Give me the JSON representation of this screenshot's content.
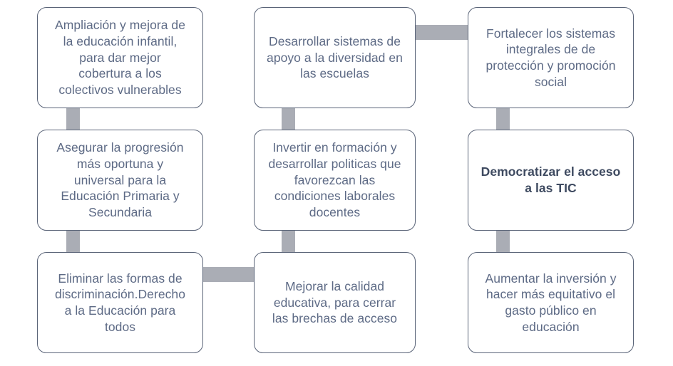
{
  "diagram": {
    "type": "flowchart-grid",
    "rows": 3,
    "columns": 3,
    "colors": {
      "box_border": "#5a6478",
      "box_fill": "#ffffff",
      "text": "#5d6a85",
      "text_emphasis": "#3e4a60",
      "connector": "#aaadb5",
      "background": "#ffffff"
    },
    "nodes": [
      {
        "id": "node-r1c1",
        "row": 1,
        "column": 1,
        "text": "Ampliación y mejora de\nla educación infantil,\npara dar mejor\ncobertura a los\ncolectivos vulnerables",
        "emphasis": false
      },
      {
        "id": "node-r1c2",
        "row": 1,
        "column": 2,
        "text": "Desarrollar sistemas de\napoyo a la diversidad en\nlas escuelas",
        "emphasis": false
      },
      {
        "id": "node-r1c3",
        "row": 1,
        "column": 3,
        "text": "Fortalecer los sistemas\nintegrales de de\nprotección y promoción\nsocial",
        "emphasis": false
      },
      {
        "id": "node-r2c1",
        "row": 2,
        "column": 1,
        "text": "Asegurar la progresión\nmás oportuna y\nuniversal para la\nEducación Primaria y\nSecundaria",
        "emphasis": false
      },
      {
        "id": "node-r2c2",
        "row": 2,
        "column": 2,
        "text": "Invertir en formación y\ndesarrollar politicas que\nfavorezcan las\ncondiciones laborales\ndocentes",
        "emphasis": false
      },
      {
        "id": "node-r2c3",
        "row": 2,
        "column": 3,
        "text": "Democratizar el acceso\na las TIC",
        "emphasis": true
      },
      {
        "id": "node-r3c1",
        "row": 3,
        "column": 1,
        "text": "Eliminar las formas de\ndiscriminación.Derecho\na la Educación para\ntodos",
        "emphasis": false
      },
      {
        "id": "node-r3c2",
        "row": 3,
        "column": 2,
        "text": "Mejorar la calidad\neducativa, para cerrar\nlas brechas de acceso",
        "emphasis": false
      },
      {
        "id": "node-r3c3",
        "row": 3,
        "column": 3,
        "text": "Aumentar la inversión y\nhacer más equitativo el\ngasto público en\neducación",
        "emphasis": false
      }
    ],
    "connectors": [
      {
        "id": "connector-c1-r1-r2",
        "orientation": "vertical",
        "from": "node-r1c1",
        "to": "node-r2c1"
      },
      {
        "id": "connector-c1-r2-r3",
        "orientation": "vertical",
        "from": "node-r2c1",
        "to": "node-r3c1"
      },
      {
        "id": "connector-c2-r1-r2",
        "orientation": "vertical",
        "from": "node-r1c2",
        "to": "node-r2c2"
      },
      {
        "id": "connector-c2-r2-r3",
        "orientation": "vertical",
        "from": "node-r2c2",
        "to": "node-r3c2"
      },
      {
        "id": "connector-c3-r1-r2",
        "orientation": "vertical",
        "from": "node-r1c3",
        "to": "node-r2c3"
      },
      {
        "id": "connector-c3-r2-r3",
        "orientation": "vertical",
        "from": "node-r2c3",
        "to": "node-r3c3"
      },
      {
        "id": "connector-r1-c2-c3",
        "orientation": "horizontal",
        "from": "node-r1c2",
        "to": "node-r1c3"
      },
      {
        "id": "connector-r3-c1-c2",
        "orientation": "horizontal",
        "from": "node-r3c1",
        "to": "node-r3c2"
      }
    ]
  }
}
